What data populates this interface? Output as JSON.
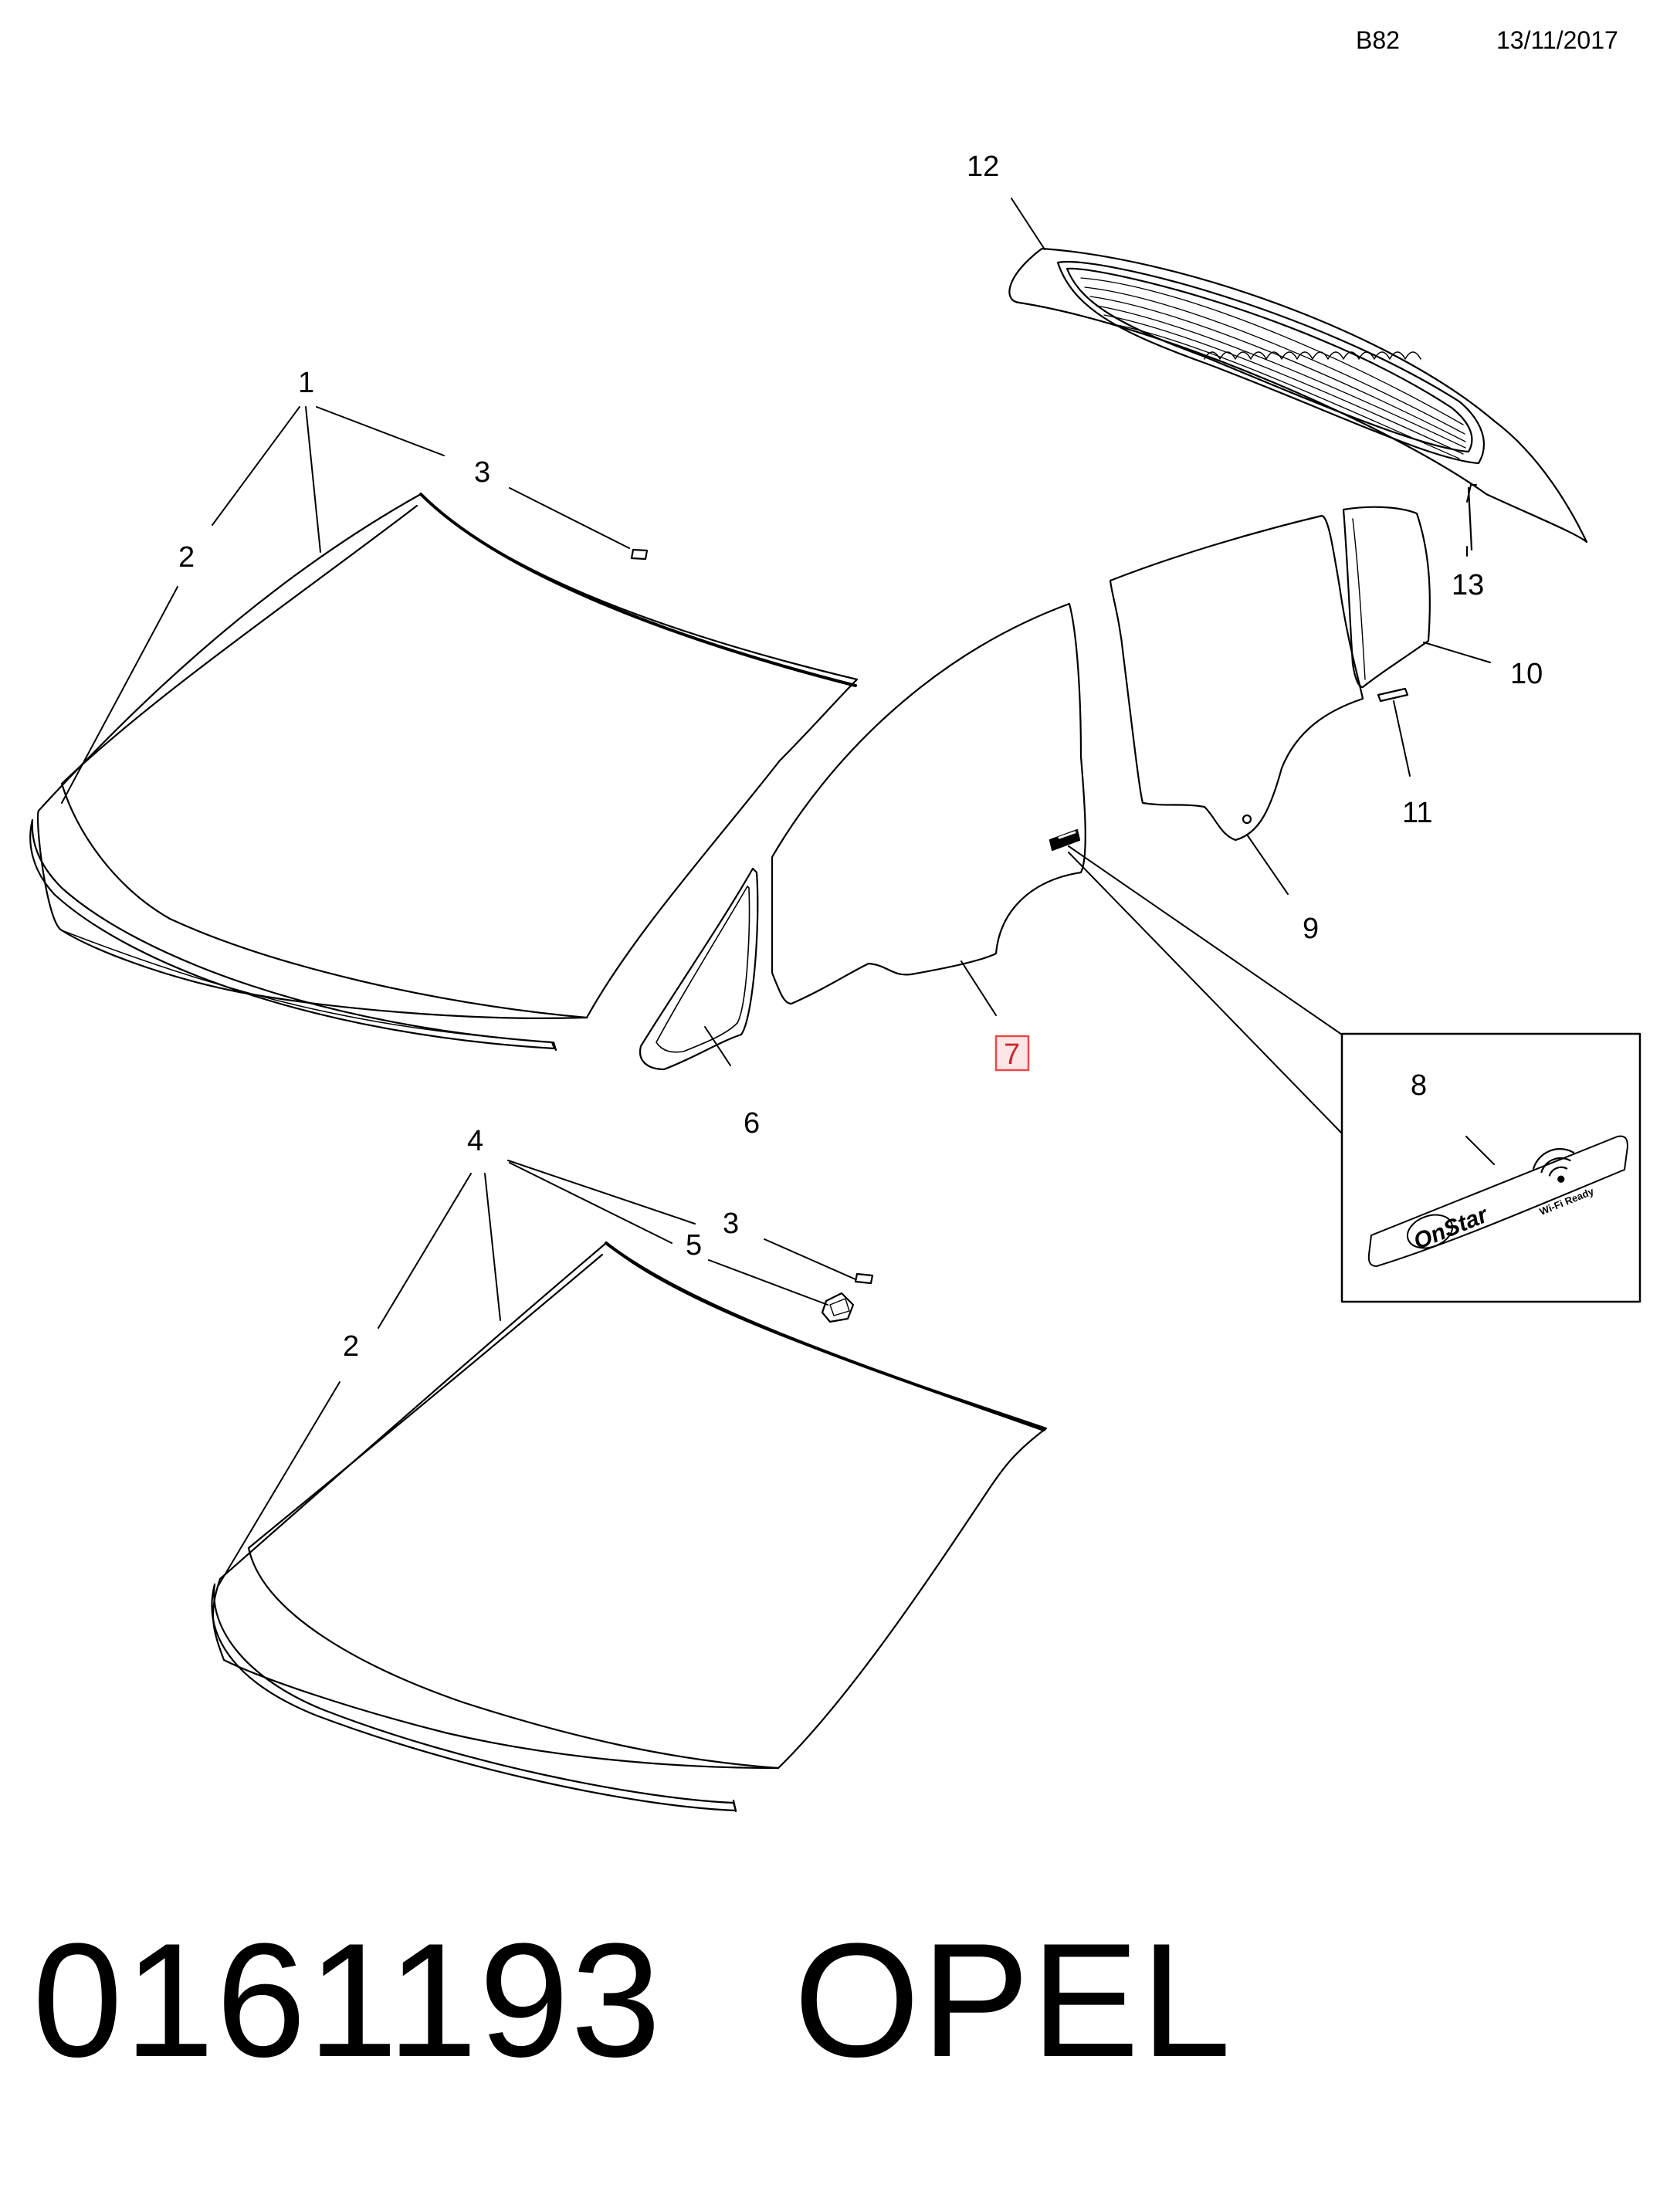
{
  "header": {
    "code": "B82",
    "date": "13/11/2017"
  },
  "callouts": {
    "c1": "1",
    "c2a": "2",
    "c3a": "3",
    "c4": "4",
    "c2b": "2",
    "c3b": "3",
    "c5": "5",
    "c6": "6",
    "c7": "7",
    "c8": "8",
    "c9": "9",
    "c10": "10",
    "c11": "11",
    "c12": "12",
    "c13": "13"
  },
  "highlighted_callout": "7",
  "decal": {
    "logo_text": "OnStar",
    "badge_text": "Wi-Fi Ready"
  },
  "footer": {
    "part_number": "0161193",
    "brand": "OPEL"
  },
  "colors": {
    "highlight_fill": "#ffe6e6",
    "highlight_border": "#e64b4b",
    "line": "#000000"
  }
}
